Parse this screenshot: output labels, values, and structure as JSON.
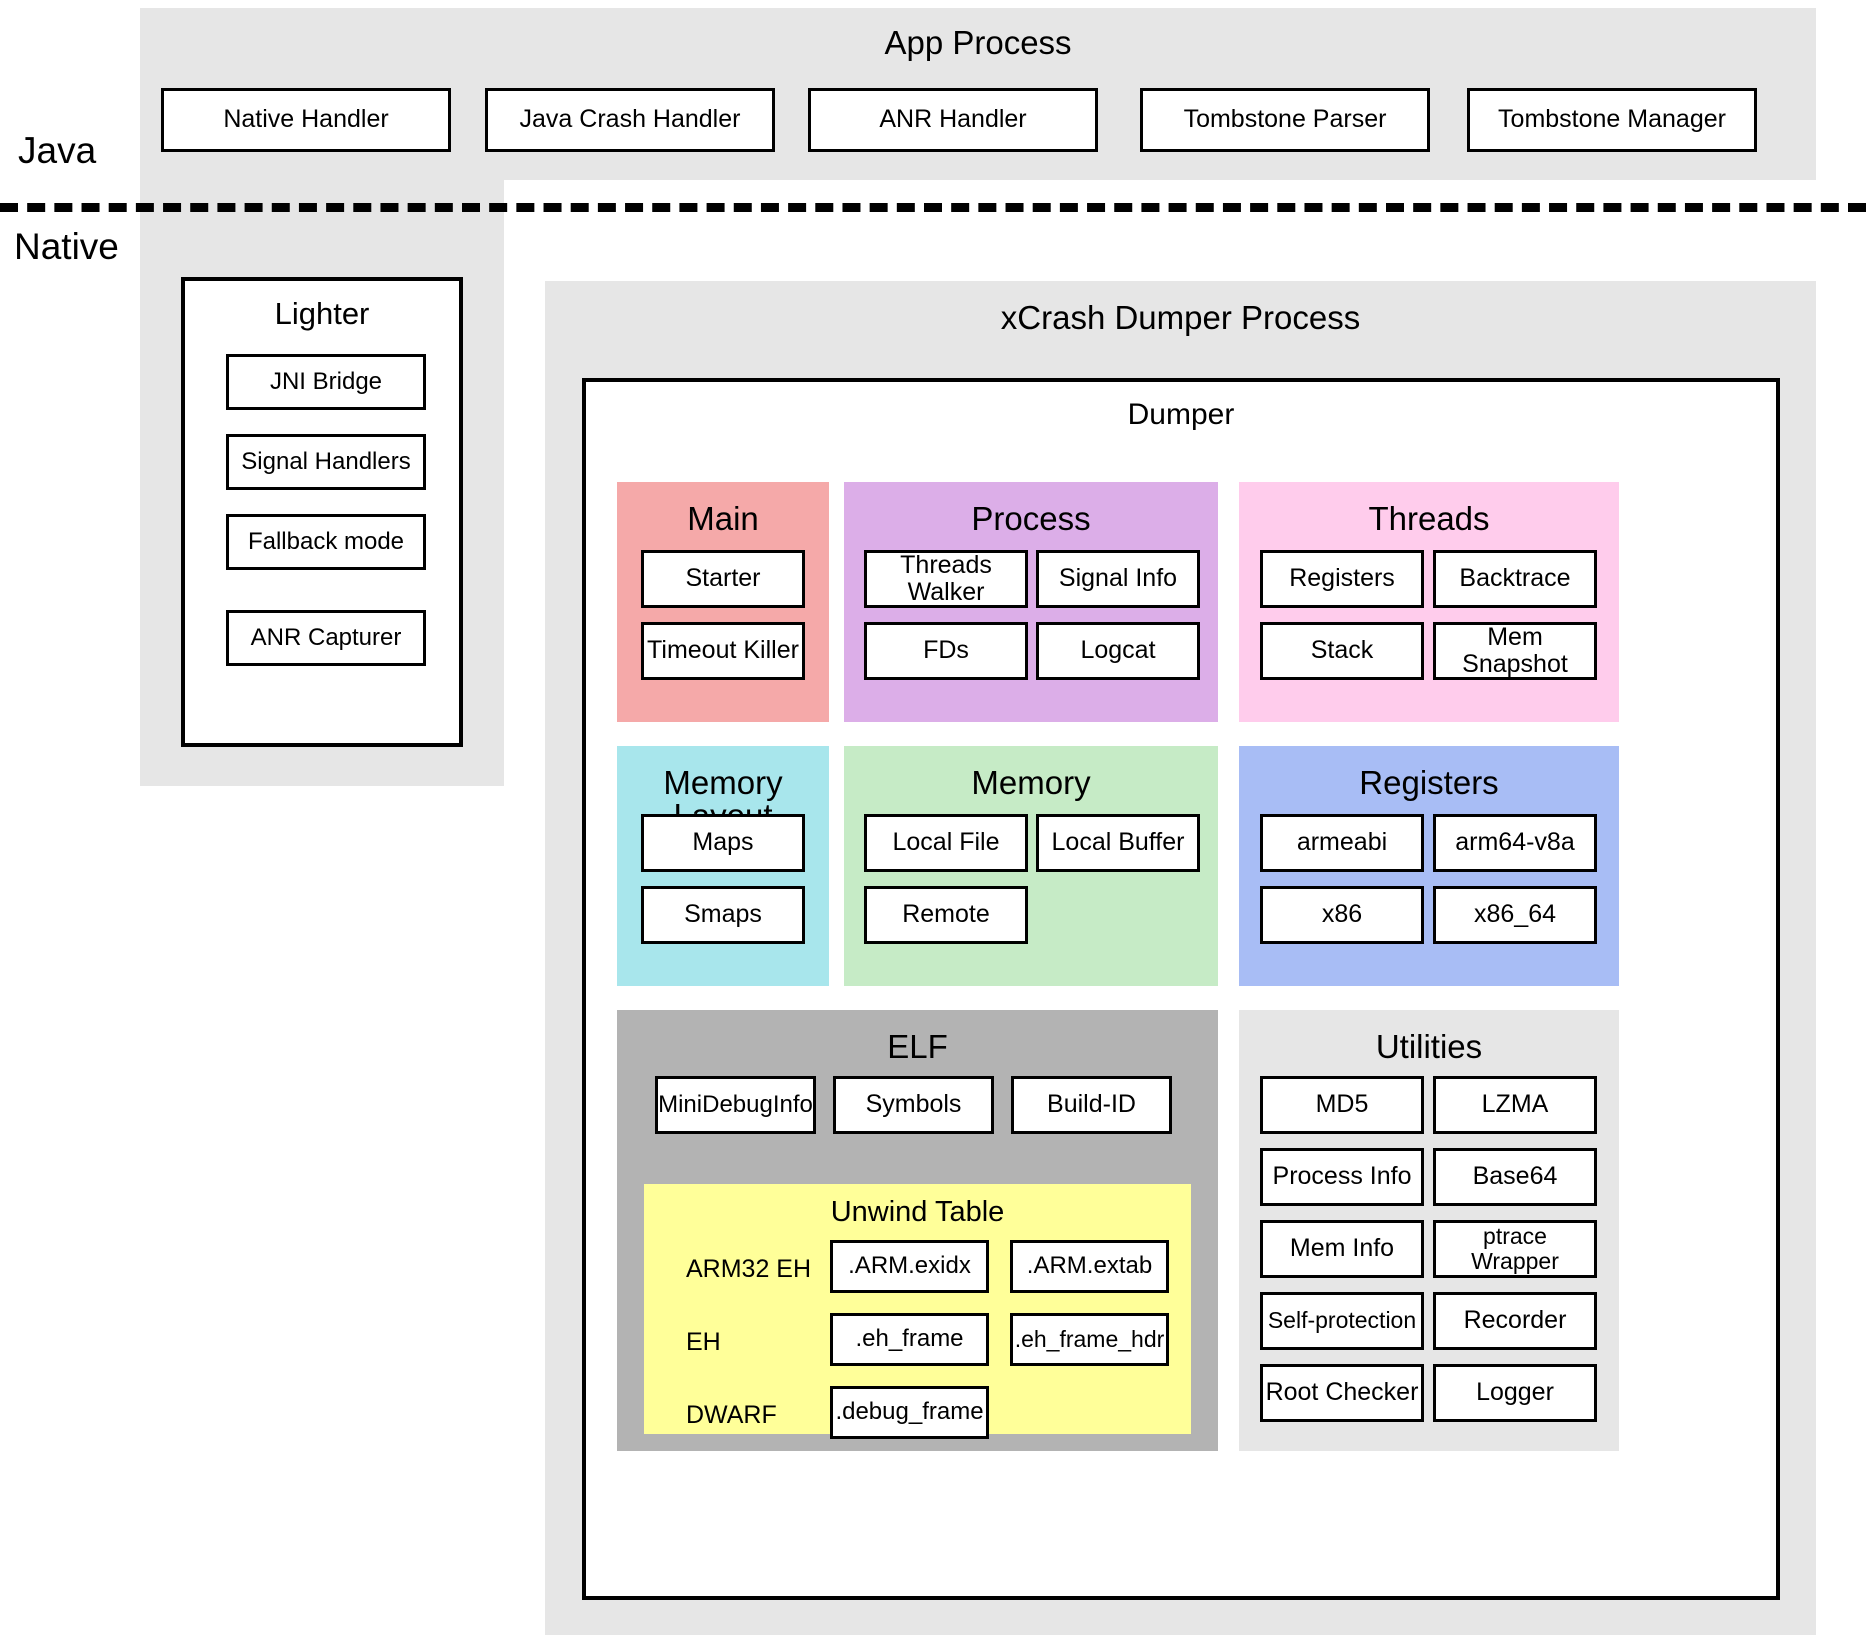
{
  "layers": {
    "java_label": "Java",
    "native_label": "Native"
  },
  "colors": {
    "gray_panel": "#e6e6e6",
    "main_red": "#f5a9a9",
    "process_purple": "#dcaee8",
    "threads_pink": "#ffccec",
    "memory_layout_cyan": "#a8e6ec",
    "memory_green": "#c6ebc6",
    "registers_blue": "#a8bdf5",
    "elf_gray": "#b3b3b3",
    "unwind_yellow": "#ffff99",
    "utilities_gray": "#e6e6e6",
    "stroke": "#000000"
  },
  "app_process": {
    "title": "App Process",
    "items": [
      "Native Handler",
      "Java Crash Handler",
      "ANR Handler",
      "Tombstone Parser",
      "Tombstone Manager"
    ]
  },
  "lighter": {
    "title": "Lighter",
    "items": [
      "JNI Bridge",
      "Signal Handlers",
      "Fallback mode",
      "ANR Capturer"
    ]
  },
  "dumper_process": {
    "title": "xCrash Dumper Process",
    "dumper": {
      "title": "Dumper",
      "groups": [
        {
          "title": "Main",
          "items": [
            "Starter",
            "Timeout Killer"
          ]
        },
        {
          "title": "Process",
          "items": [
            "Threads Walker",
            "Signal Info",
            "FDs",
            "Logcat"
          ]
        },
        {
          "title": "Threads",
          "items": [
            "Registers",
            "Backtrace",
            "Stack",
            "Mem Snapshot"
          ]
        },
        {
          "title": "Memory Layout",
          "items": [
            "Maps",
            "Smaps"
          ]
        },
        {
          "title": "Memory",
          "items": [
            "Local File",
            "Local Buffer",
            "Remote"
          ]
        },
        {
          "title": "Registers",
          "items": [
            "armeabi",
            "arm64-v8a",
            "x86",
            "x86_64"
          ]
        }
      ],
      "elf": {
        "title": "ELF",
        "items": [
          "MiniDebugInfo",
          "Symbols",
          "Build-ID"
        ],
        "unwind_table": {
          "title": "Unwind Table",
          "rows": [
            {
              "label": "ARM32 EH",
              "sections": [
                ".ARM.exidx",
                ".ARM.extab"
              ]
            },
            {
              "label": "EH",
              "sections": [
                ".eh_frame",
                ".eh_frame_hdr"
              ]
            },
            {
              "label": "DWARF",
              "sections": [
                ".debug_frame"
              ]
            }
          ]
        }
      },
      "utilities": {
        "title": "Utilities",
        "items": [
          "MD5",
          "LZMA",
          "Process Info",
          "Base64",
          "Mem Info",
          "ptrace Wrapper",
          "Self-protection",
          "Recorder",
          "Root Checker",
          "Logger"
        ]
      }
    }
  }
}
